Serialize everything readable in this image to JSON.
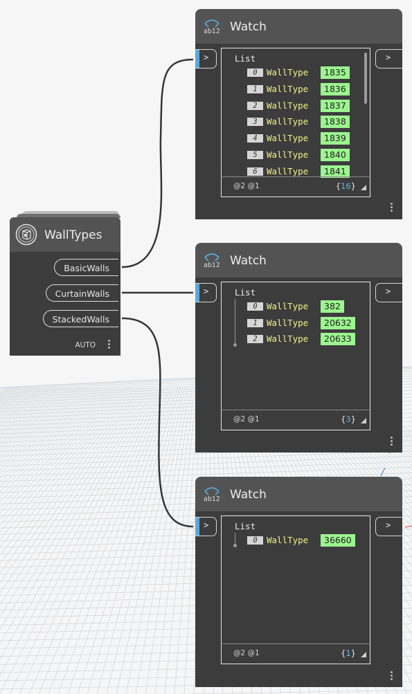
{
  "colors": {
    "node_header": "#535353",
    "node_body": "#3c3c3c",
    "port_accent": "#5ba8d8",
    "value_highlight": "#9cf58f",
    "item_type_text": "#f0f08a",
    "count_number": "#6ab4e8"
  },
  "source_node": {
    "title": "WallTypes",
    "icon": "wall-types-icon",
    "outputs": [
      "BasicWalls",
      "CurtainWalls",
      "StackedWalls"
    ],
    "lacing": "AUTO"
  },
  "watch_nodes": [
    {
      "title": "Watch",
      "icon": "watch-icon",
      "input_chevron": ">",
      "output_chevron": ">",
      "list_label": "List",
      "items": [
        {
          "index": "0",
          "type": "WallType",
          "value": "1835"
        },
        {
          "index": "1",
          "type": "WallType",
          "value": "1836"
        },
        {
          "index": "2",
          "type": "WallType",
          "value": "1837"
        },
        {
          "index": "3",
          "type": "WallType",
          "value": "1838"
        },
        {
          "index": "4",
          "type": "WallType",
          "value": "1839"
        },
        {
          "index": "5",
          "type": "WallType",
          "value": "1840"
        },
        {
          "index": "6",
          "type": "WallType",
          "value": "1841"
        }
      ],
      "levels": "@2 @1",
      "count_open": "{",
      "count": "16",
      "count_close": "}"
    },
    {
      "title": "Watch",
      "icon": "watch-icon",
      "input_chevron": ">",
      "output_chevron": ">",
      "list_label": "List",
      "items": [
        {
          "index": "0",
          "type": "WallType",
          "value": "382"
        },
        {
          "index": "1",
          "type": "WallType",
          "value": "20632"
        },
        {
          "index": "2",
          "type": "WallType",
          "value": "20633"
        }
      ],
      "levels": "@2 @1",
      "count_open": "{",
      "count": "3",
      "count_close": "}"
    },
    {
      "title": "Watch",
      "icon": "watch-icon",
      "input_chevron": ">",
      "output_chevron": ">",
      "list_label": "List",
      "items": [
        {
          "index": "0",
          "type": "WallType",
          "value": "36660"
        }
      ],
      "levels": "@2 @1",
      "count_open": "{",
      "count": "1",
      "count_close": "}"
    }
  ]
}
